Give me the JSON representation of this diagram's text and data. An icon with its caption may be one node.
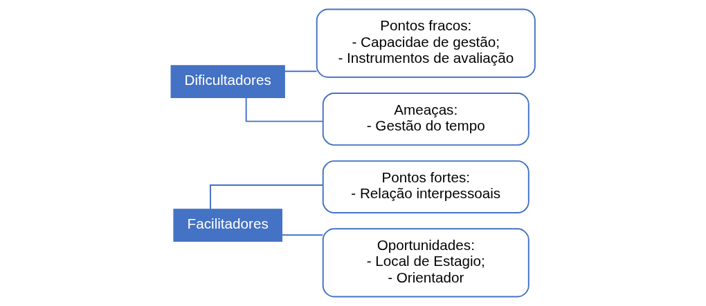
{
  "diagram": {
    "nodes": [
      {
        "text": [
          "Facilitadores"
        ]
      },
      {
        "text": [
          "Pontos fortes:",
          "- Relação interpessoais"
        ]
      },
      {
        "text": [
          "Oportunidades:",
          "- Local de Estagio;",
          "- Orientador"
        ]
      },
      {
        "text": [
          "Dificultadores"
        ]
      },
      {
        "text": [
          "Pontos fracos:",
          "- Capacidae de gestão;",
          "- Instrumentos de avaliação"
        ]
      },
      {
        "text": [
          "Ameaças:",
          "- Gestão do tempo"
        ]
      }
    ],
    "edges": [
      {
        "from": 0,
        "to": 1,
        "arrow": "none"
      },
      {
        "from": 0,
        "to": 2,
        "arrow": "none"
      },
      {
        "from": 3,
        "to": 4,
        "arrow": "none"
      },
      {
        "from": 3,
        "to": 5,
        "arrow": "none"
      }
    ]
  }
}
